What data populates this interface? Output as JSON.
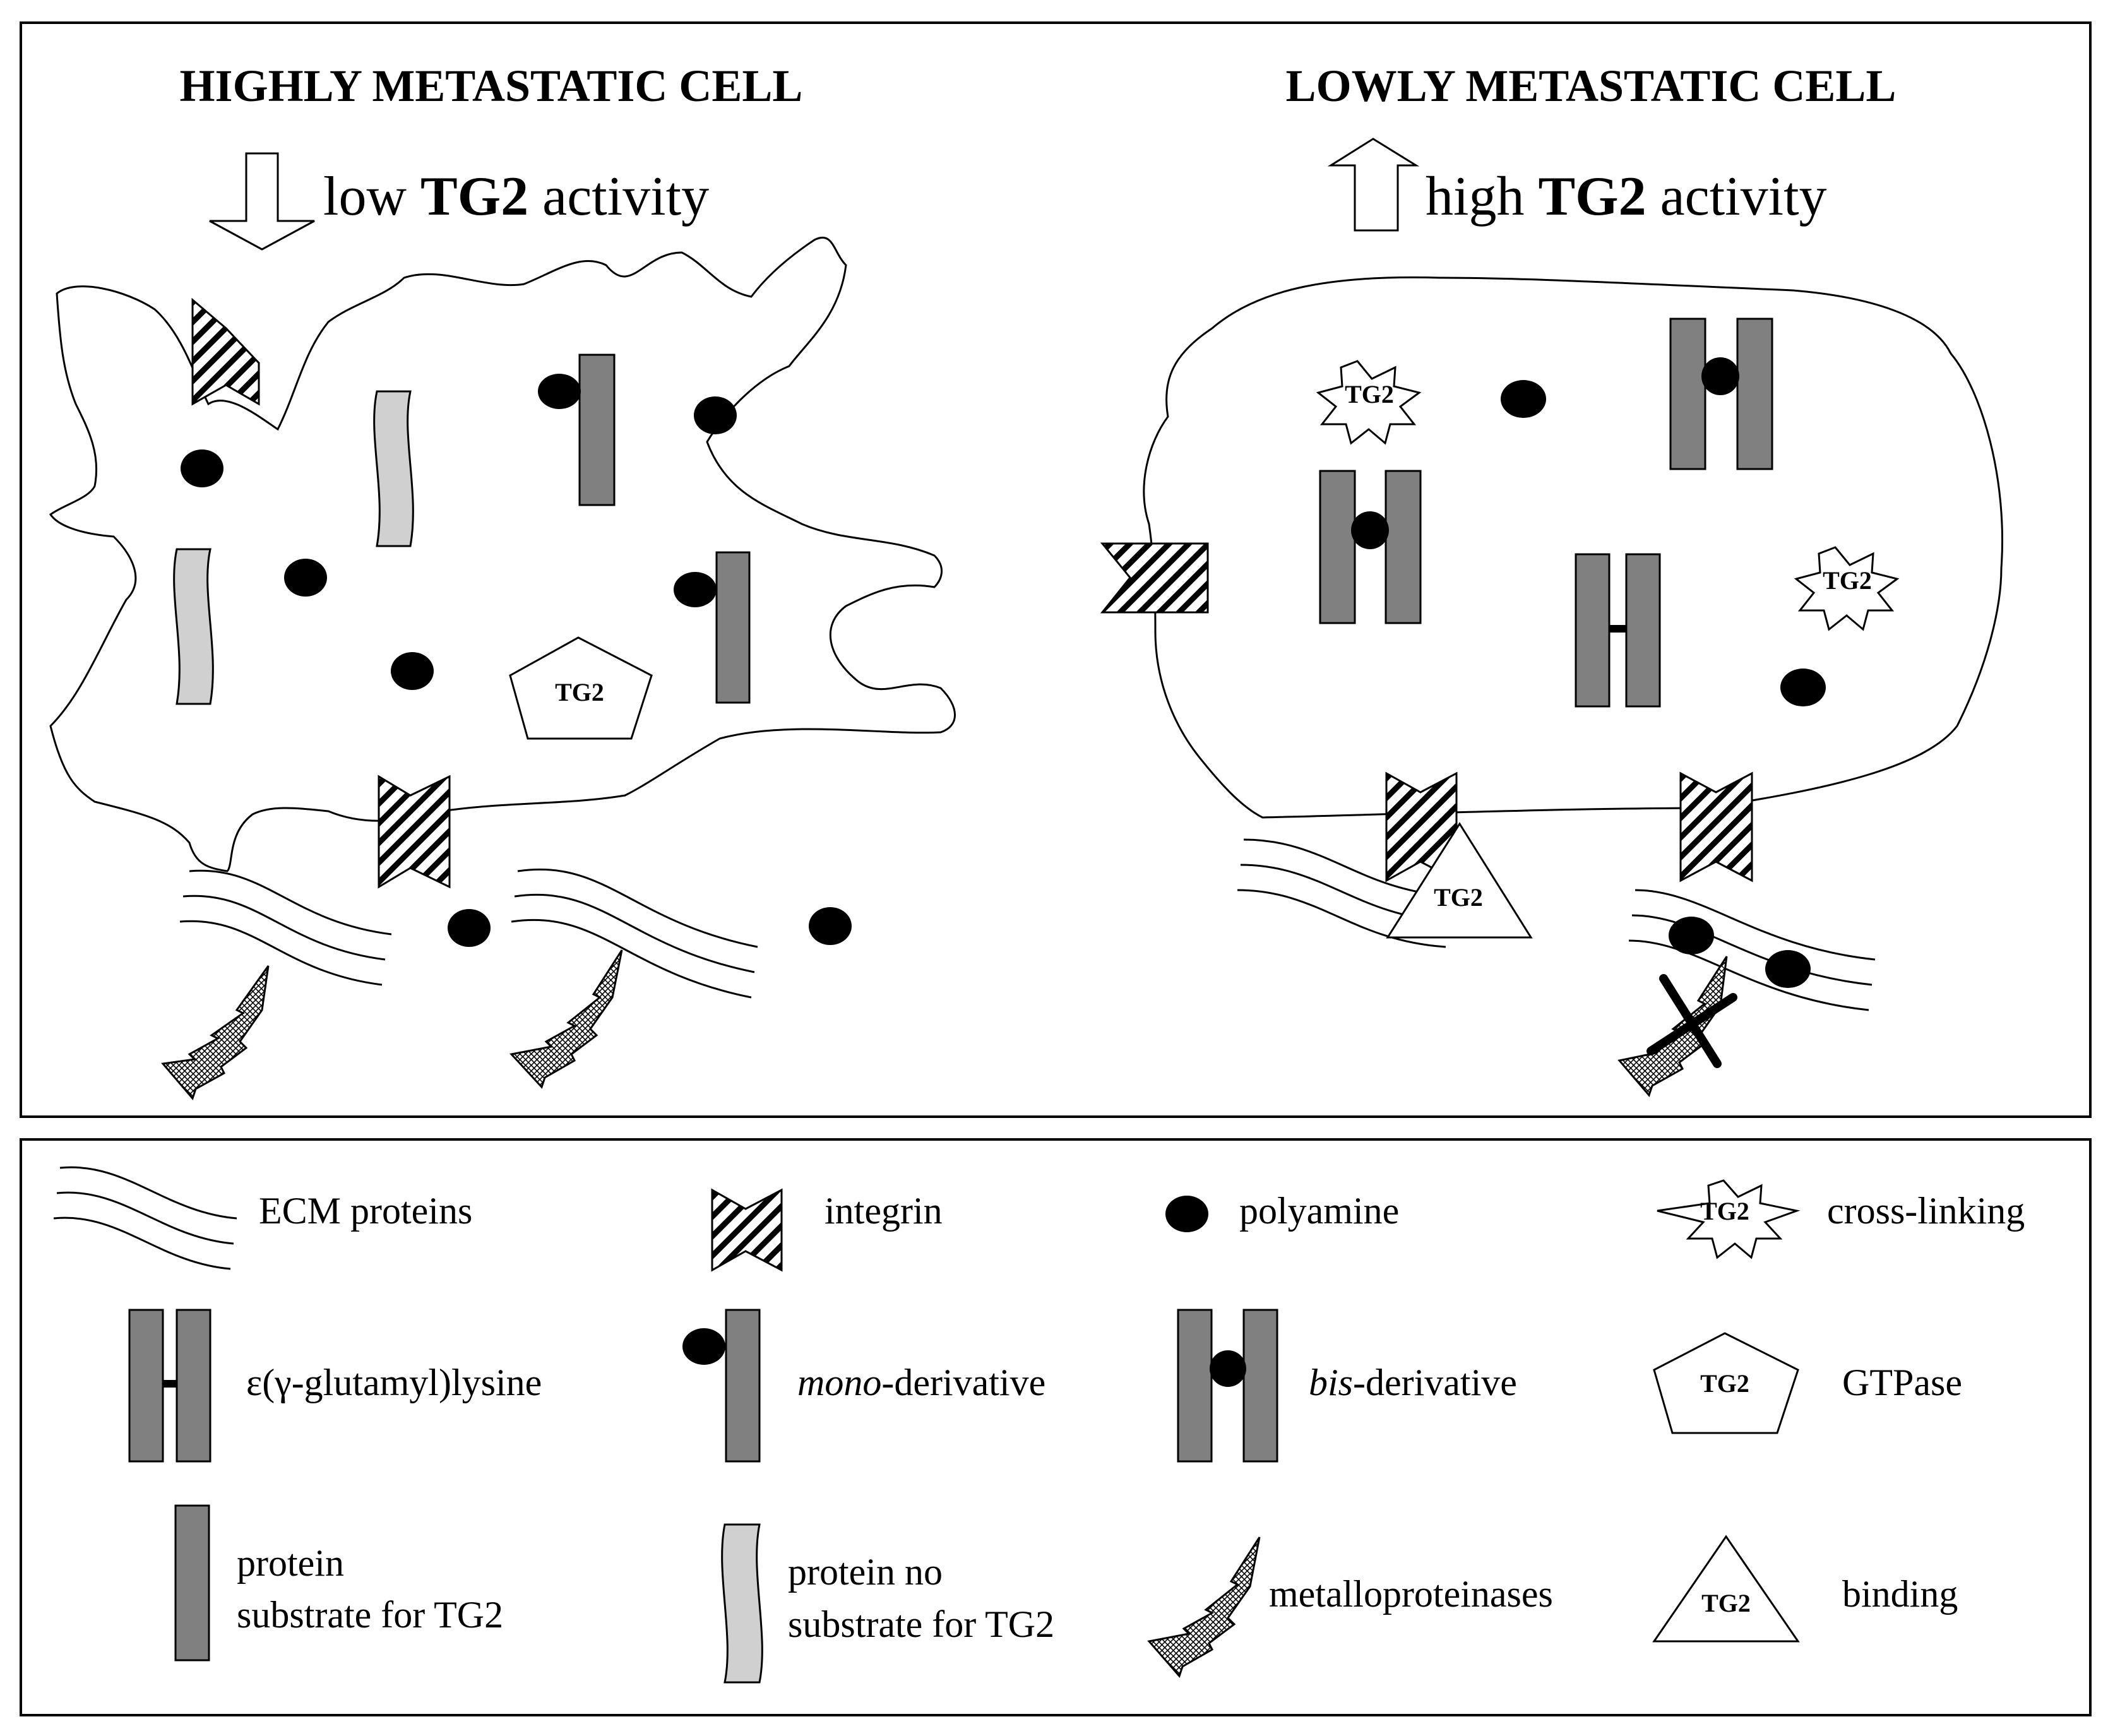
{
  "left_panel": {
    "title": "HIGHLY METASTATIC CELL",
    "activity_pre": "low",
    "activity_bold": "TG2",
    "activity_post": "activity"
  },
  "right_panel": {
    "title": "LOWLY METASTATIC CELL",
    "activity_pre": "high",
    "activity_bold": "TG2",
    "activity_post": "activity"
  },
  "shape_label": "TG2",
  "legend": {
    "ecm": "ECM proteins",
    "integrin": "integrin",
    "polyamine": "polyamine",
    "crosslinking": "cross-linking",
    "isopeptide": "ε(γ-glutamyl)lysine",
    "mono_italic": "mono",
    "mono_rest": "-derivative",
    "bis_italic": "bis",
    "bis_rest": "-derivative",
    "gtpase": "GTPase",
    "substrate_line1": "protein",
    "substrate_line2": "substrate for TG2",
    "nosubstrate_line1": "protein no",
    "nosubstrate_line2": "substrate for TG2",
    "mmp": "metalloproteinases",
    "binding": "binding"
  },
  "colors": {
    "protein_fill": "#808080",
    "no_substrate_fill": "#d0d0d0",
    "line": "#000000"
  }
}
